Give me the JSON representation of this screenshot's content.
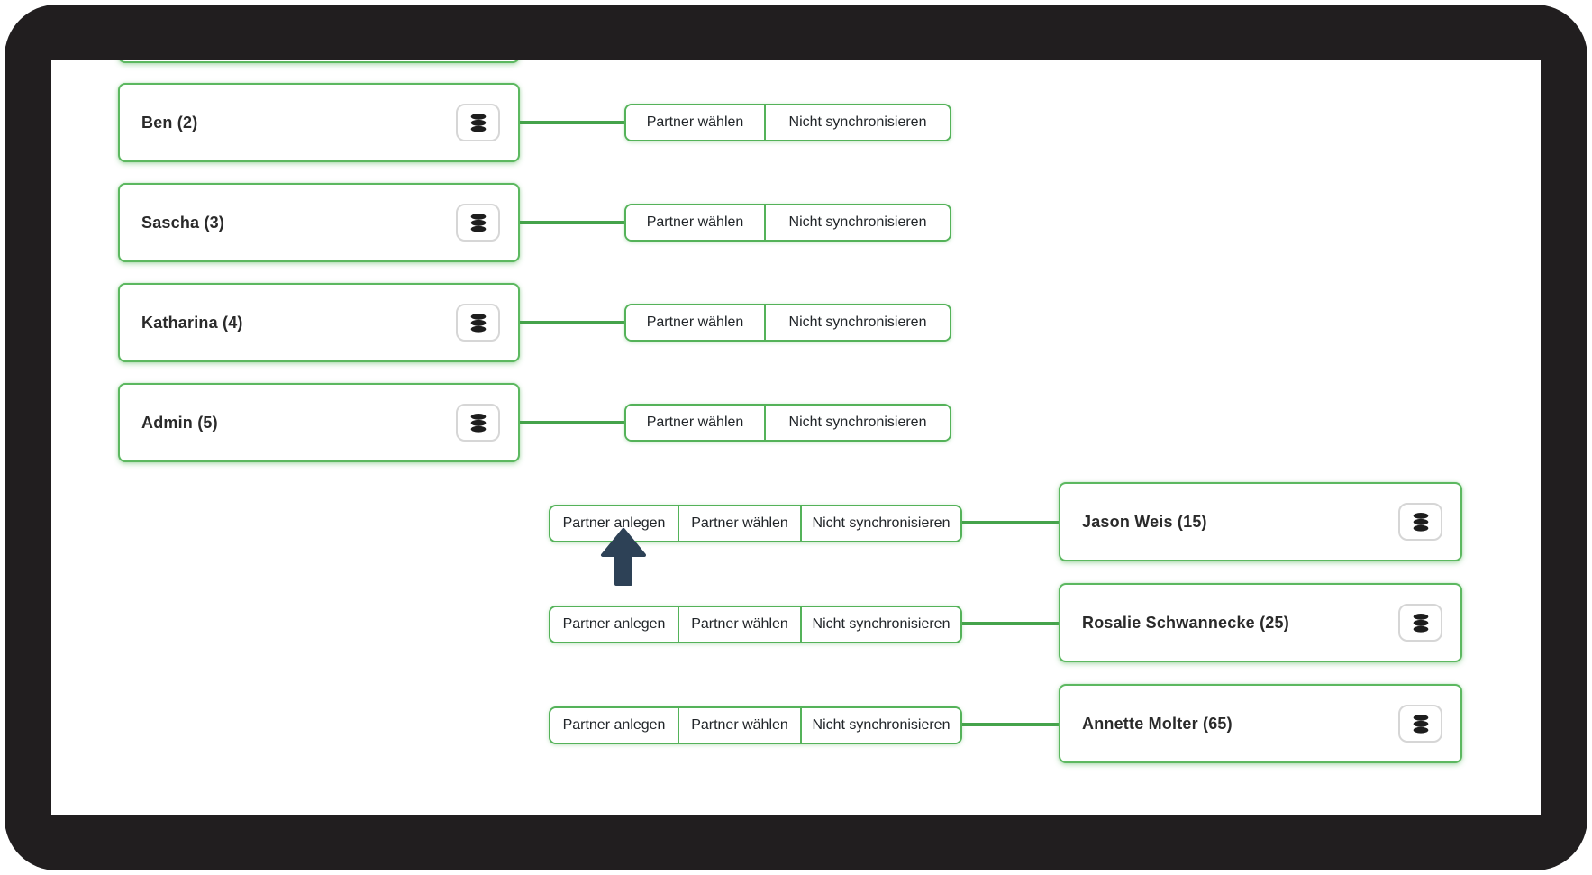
{
  "screen": {
    "background": "#ffffff",
    "bezel_color": "#211e1f"
  },
  "colors": {
    "card_border_green": "#5cb860",
    "group_border_green": "#54b259",
    "connector_green": "#45a34b",
    "arrow_navy": "#2d4156",
    "name_text": "#2a2a2a",
    "button_text": "#212529"
  },
  "icons": {
    "database": "database-icon",
    "click_pointer": "arrow-up-icon"
  },
  "left_rows": [
    {
      "name": "Ben (2)",
      "actions": [
        "Partner wählen",
        "Nicht synchronisieren"
      ]
    },
    {
      "name": "Sascha (3)",
      "actions": [
        "Partner wählen",
        "Nicht synchronisieren"
      ]
    },
    {
      "name": "Katharina (4)",
      "actions": [
        "Partner wählen",
        "Nicht synchronisieren"
      ]
    },
    {
      "name": "Admin (5)",
      "actions": [
        "Partner wählen",
        "Nicht synchronisieren"
      ]
    }
  ],
  "right_rows": [
    {
      "name": "Jason Weis (15)",
      "actions": [
        "Partner anlegen",
        "Partner wählen",
        "Nicht synchronisieren"
      ],
      "highlighted_action": "Partner anlegen"
    },
    {
      "name": "Rosalie Schwannecke (25)",
      "actions": [
        "Partner anlegen",
        "Partner wählen",
        "Nicht synchronisieren"
      ]
    },
    {
      "name": "Annette Molter (65)",
      "actions": [
        "Partner anlegen",
        "Partner wählen",
        "Nicht synchronisieren"
      ]
    }
  ]
}
